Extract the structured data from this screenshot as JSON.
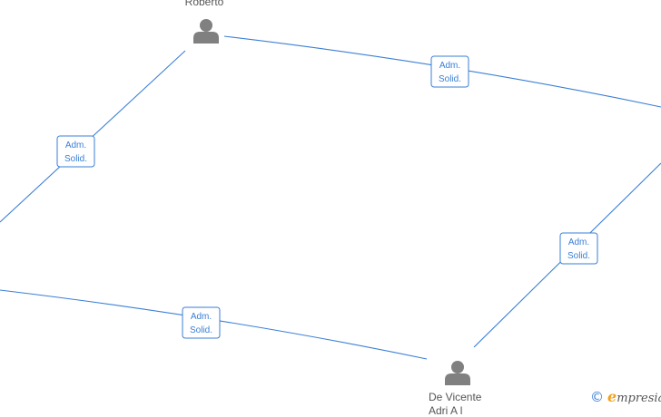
{
  "nodes": {
    "top": {
      "name": "Roberto"
    },
    "bottom": {
      "name": "De Vicente",
      "sub": "Adri  A  l"
    }
  },
  "edges": [
    {
      "label_line1": "Adm.",
      "label_line2": "Solid."
    },
    {
      "label_line1": "Adm.",
      "label_line2": "Solid."
    },
    {
      "label_line1": "Adm.",
      "label_line2": "Solid."
    },
    {
      "label_line1": "Adm.",
      "label_line2": "Solid."
    }
  ],
  "watermark": {
    "symbol": "©",
    "brand_initial": "e",
    "brand_rest": "mpresia"
  },
  "colors": {
    "edge": "#3a7fd5",
    "icon": "#808080",
    "brand_accent": "#f0a020"
  }
}
